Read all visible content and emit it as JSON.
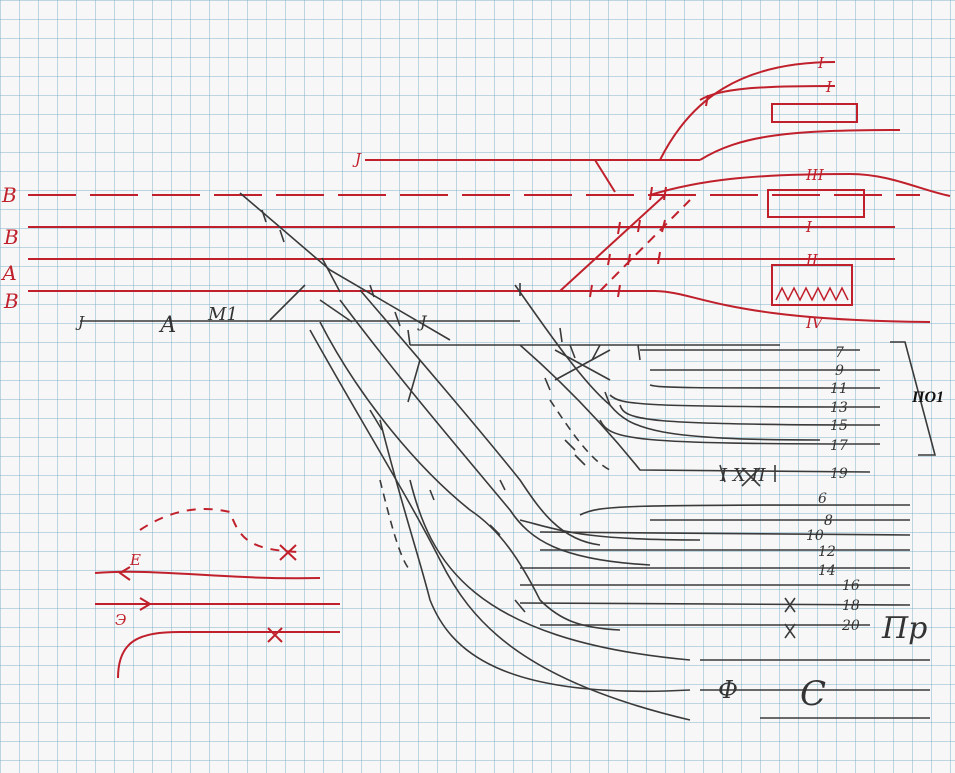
{
  "left_labels": [
    "В",
    "В",
    "А",
    "В"
  ],
  "red_track_labels": [
    "I",
    "I",
    "III",
    "I",
    "II",
    "IV"
  ],
  "left_small": [
    "J",
    "А",
    "М1",
    "J"
  ],
  "red_bottom_labels": [
    "Е",
    "Э"
  ],
  "track_numbers_odd": [
    "7",
    "9",
    "11",
    "13",
    "15",
    "17",
    "19"
  ],
  "track_numbers_even": [
    "6",
    "8",
    "10",
    "12",
    "14",
    "16",
    "18",
    "20"
  ],
  "group_po": "ПО1",
  "group_pr": "Пр",
  "bottom_marks": [
    "Ф",
    "С"
  ],
  "mid_mark": "I X II",
  "colors": {
    "red_ink": "#c0202c",
    "pencil": "#3a3a3a",
    "grid": "#78aac8"
  }
}
